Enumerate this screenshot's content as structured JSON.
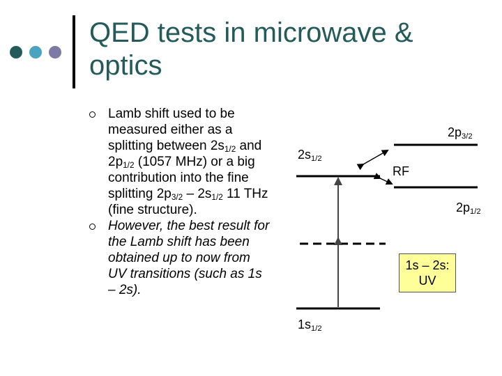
{
  "colors": {
    "title": "#245a5a",
    "dot1": "#245a5a",
    "dot2": "#4aa3bf",
    "dot3": "#7e7aa5",
    "uv_box": "#ffff99"
  },
  "title": {
    "line1": "QED tests in microwave &",
    "line2": "optics"
  },
  "bullets": [
    {
      "icon": "hollow-circle-bullet",
      "parts": {
        "a": "Lamb shift used to be measured either as a splitting between 2s",
        "a_sub": "1/2",
        "b": " and 2p",
        "b_sub": "1/2",
        "c": " (1057 MHz) or a big contribution into the fine splitting 2p",
        "c_sub": "3/2",
        "d": " – 2s",
        "d_sub": "1/2",
        "e": " 11 THz (fine structure)."
      }
    },
    {
      "icon": "hollow-circle-bullet",
      "text": "However, the best result for the Lamb shift has been obtained up to now from UV transitions (such as 1s – 2s)."
    }
  ],
  "diagram": {
    "levels": {
      "2s": {
        "base": "2s",
        "sub": "1/2"
      },
      "2p32": {
        "base": "2p",
        "sub": "3/2"
      },
      "2p12": {
        "base": "2p",
        "sub": "1/2"
      },
      "1s": {
        "base": "1s",
        "sub": "1/2"
      }
    },
    "rf_label": "RF",
    "uv_label": {
      "line1": "1s – 2s:",
      "line2": "UV"
    }
  }
}
